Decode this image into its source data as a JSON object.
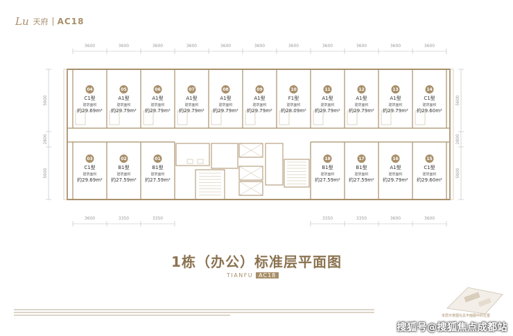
{
  "brand": {
    "script": "Lu",
    "chinese": "天府",
    "code": "AC18"
  },
  "dimensions": {
    "top": [
      "3600",
      "3600",
      "3600",
      "3600",
      "3600",
      "3600",
      "3600",
      "3600",
      "3600",
      "3600",
      "3600"
    ],
    "bottom_left": [
      "3600",
      "3350",
      "3350"
    ],
    "bottom_right": [
      "3350",
      "3350",
      "3600",
      "3600"
    ],
    "left_side": [
      "5600",
      "2800",
      "5600"
    ],
    "right_side": [
      "5600",
      "2800",
      "5600"
    ]
  },
  "area_label": "建筑面积",
  "top_units": [
    {
      "num": "04",
      "type": "C1型",
      "area": "约29.69m²"
    },
    {
      "num": "05",
      "type": "A1型",
      "area": "约29.79m²"
    },
    {
      "num": "06",
      "type": "A1型",
      "area": "约29.79m²"
    },
    {
      "num": "07",
      "type": "A1型",
      "area": "约29.79m²"
    },
    {
      "num": "08",
      "type": "A1型",
      "area": "约29.79m²"
    },
    {
      "num": "09",
      "type": "A1型",
      "area": "约29.79m²"
    },
    {
      "num": "10",
      "type": "F1型",
      "area": "约28.09m²"
    },
    {
      "num": "11",
      "type": "A1型",
      "area": "约29.79m²"
    },
    {
      "num": "12",
      "type": "A1型",
      "area": "约29.79m²"
    },
    {
      "num": "13",
      "type": "A1型",
      "area": "约29.79m²"
    },
    {
      "num": "14",
      "type": "C1型",
      "area": "约29.60m²"
    }
  ],
  "bottom_left_units": [
    {
      "num": "03",
      "type": "C1型",
      "area": "约29.69m²"
    },
    {
      "num": "02",
      "type": "B1型",
      "area": "约27.59m²"
    },
    {
      "num": "01",
      "type": "B1型",
      "area": "约27.59m²"
    }
  ],
  "bottom_right_units": [
    {
      "num": "18",
      "type": "B1型",
      "area": "约27.59m²"
    },
    {
      "num": "17",
      "type": "B1型",
      "area": "约27.59m²"
    },
    {
      "num": "16",
      "type": "A1型",
      "area": "约29.79m²"
    },
    {
      "num": "15",
      "type": "C1型",
      "area": "约29.60m²"
    }
  ],
  "title": "1栋（办公）标准层平面图",
  "subbrand": {
    "text": "TIANFU",
    "tag": "AC18"
  },
  "keyplan_caption": "本层示意图在总平面图中的位置",
  "watermark": "搜狐号@搜狐焦点成都站",
  "colors": {
    "accent": "#a88f6a",
    "wall": "#a88f6a",
    "badge": "#a88f6a",
    "text": "#333333",
    "title": "#8b7351"
  }
}
